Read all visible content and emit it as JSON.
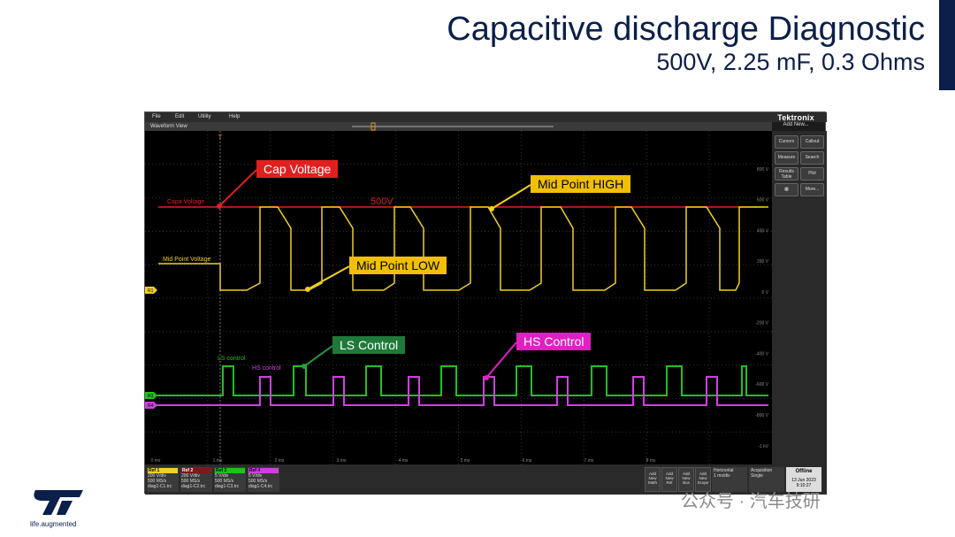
{
  "slide": {
    "title": "Capacitive discharge Diagnostic",
    "subtitle": "500V, 2.25 mF, 0.3 Ohms",
    "logo_tagline": "life.augmented",
    "watermark": "公众号 · 汽车技研",
    "brand_color": "#0b1f4a"
  },
  "menu": {
    "file": "File",
    "edit": "Edit",
    "utility": "Utility",
    "help": "Help"
  },
  "scope": {
    "view_label": "Waveform View",
    "brand": "Tektronix",
    "add_new": "Add New...",
    "buttons": {
      "cursors": "Cursors",
      "callout": "Callout",
      "measure": "Measure",
      "search": "Search",
      "results_table": "Results Table",
      "plot": "Plot",
      "more": "More..."
    }
  },
  "waveforms": {
    "cap_label": "Capa Voltage",
    "cap_value": "500V",
    "mid_label": "Mid Point Voltage",
    "ls_label": "LS control",
    "hs_label": "HS control",
    "markers": {
      "r1": "R1",
      "r3": "R3",
      "r4": "R4"
    },
    "colors": {
      "cap": "#e02020",
      "mid": "#f0d020",
      "ls": "#20c020",
      "hs": "#d040e0"
    }
  },
  "y_ticks": [
    "800 V",
    "600 V",
    "400 V",
    "200 V",
    "0 V",
    "-200 V",
    "-400 V",
    "-600 V",
    "-800 V",
    "-1 kV"
  ],
  "x_ticks": [
    "0 ms",
    "1 ms",
    "2 ms",
    "3 ms",
    "4 ms",
    "5 ms",
    "6 ms",
    "7 ms",
    "8 ms"
  ],
  "callouts": {
    "cap_voltage": "Cap Voltage",
    "mid_high": "Mid Point HIGH",
    "mid_low": "Mid Point LOW",
    "ls_control": "LS Control",
    "hs_control": "HS Control"
  },
  "refs": [
    {
      "name": "Ref 1",
      "l1": "200 V/div",
      "l2": "500 MS/s",
      "l3": "diag1-C1.trc",
      "color": "#f0d020"
    },
    {
      "name": "Ref 2",
      "l1": "200 V/div",
      "l2": "500 MS/s",
      "l3": "diag1-C2.trc",
      "color": "#e02020"
    },
    {
      "name": "Ref 3",
      "l1": "5 V/div",
      "l2": "500 MS/s",
      "l3": "diag1-C3.trc",
      "color": "#20c020"
    },
    {
      "name": "Ref 4",
      "l1": "5 V/div",
      "l2": "500 MS/s",
      "l3": "diag1-C4.trc",
      "color": "#d040e0"
    }
  ],
  "bottom": {
    "b1": "Add New Math",
    "b2": "Add New Ref",
    "b3": "Add New Bus",
    "b4": "Add New Scope",
    "horizontal_title": "Horizontal",
    "horizontal_value": "1 ms/div",
    "acquisition_title": "Acquisition",
    "acquisition_value": "Single",
    "offline": "Offline",
    "date": "13 Jun 2023",
    "time": "9:10:27"
  }
}
